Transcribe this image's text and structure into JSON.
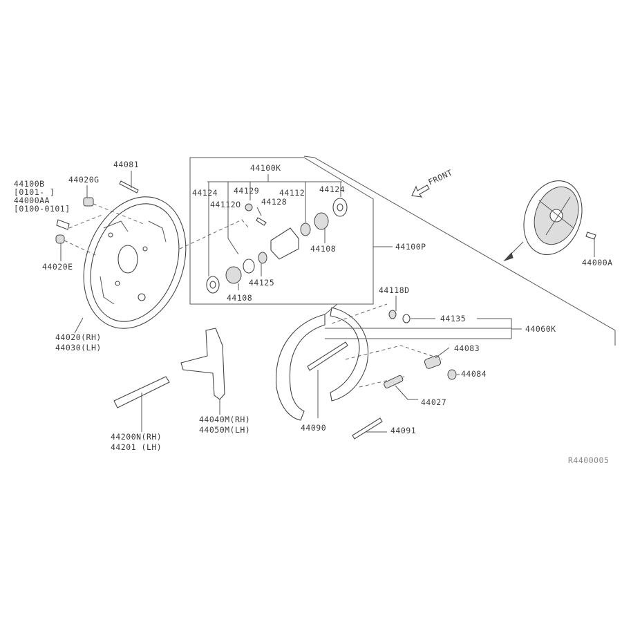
{
  "labels": {
    "p44100b": "44100B",
    "p44100b_range": "[0101-    ]",
    "p44000aa": "44000AA",
    "p44000aa_range": "[0100-0101]",
    "p44020g": "44020G",
    "p44081": "44081",
    "p44020e": "44020E",
    "p44020rh": "44020(RH)",
    "p44030lh": "44030(LH)",
    "p44100k": "44100K",
    "p44124a": "44124",
    "p44129": "44129",
    "p44112": "44112",
    "p44124b": "44124",
    "p44112o": "44112O",
    "p44128": "44128",
    "p44108a": "44108",
    "p44100p": "44100P",
    "p44125": "44125",
    "p44108b": "44108",
    "front": "FRONT",
    "p44000a": "44000A",
    "p44118d": "44118D",
    "p44135": "44135",
    "p44060k": "44060K",
    "p44083": "44083",
    "p44084": "44084",
    "p44027": "44027",
    "p44091": "44091",
    "p44090": "44090",
    "p44040m": "44040M(RH)",
    "p44050m": "44050M(LH)",
    "p44200n": "44200N(RH)",
    "p44201": "44201 (LH)",
    "ref": "R4400005"
  }
}
